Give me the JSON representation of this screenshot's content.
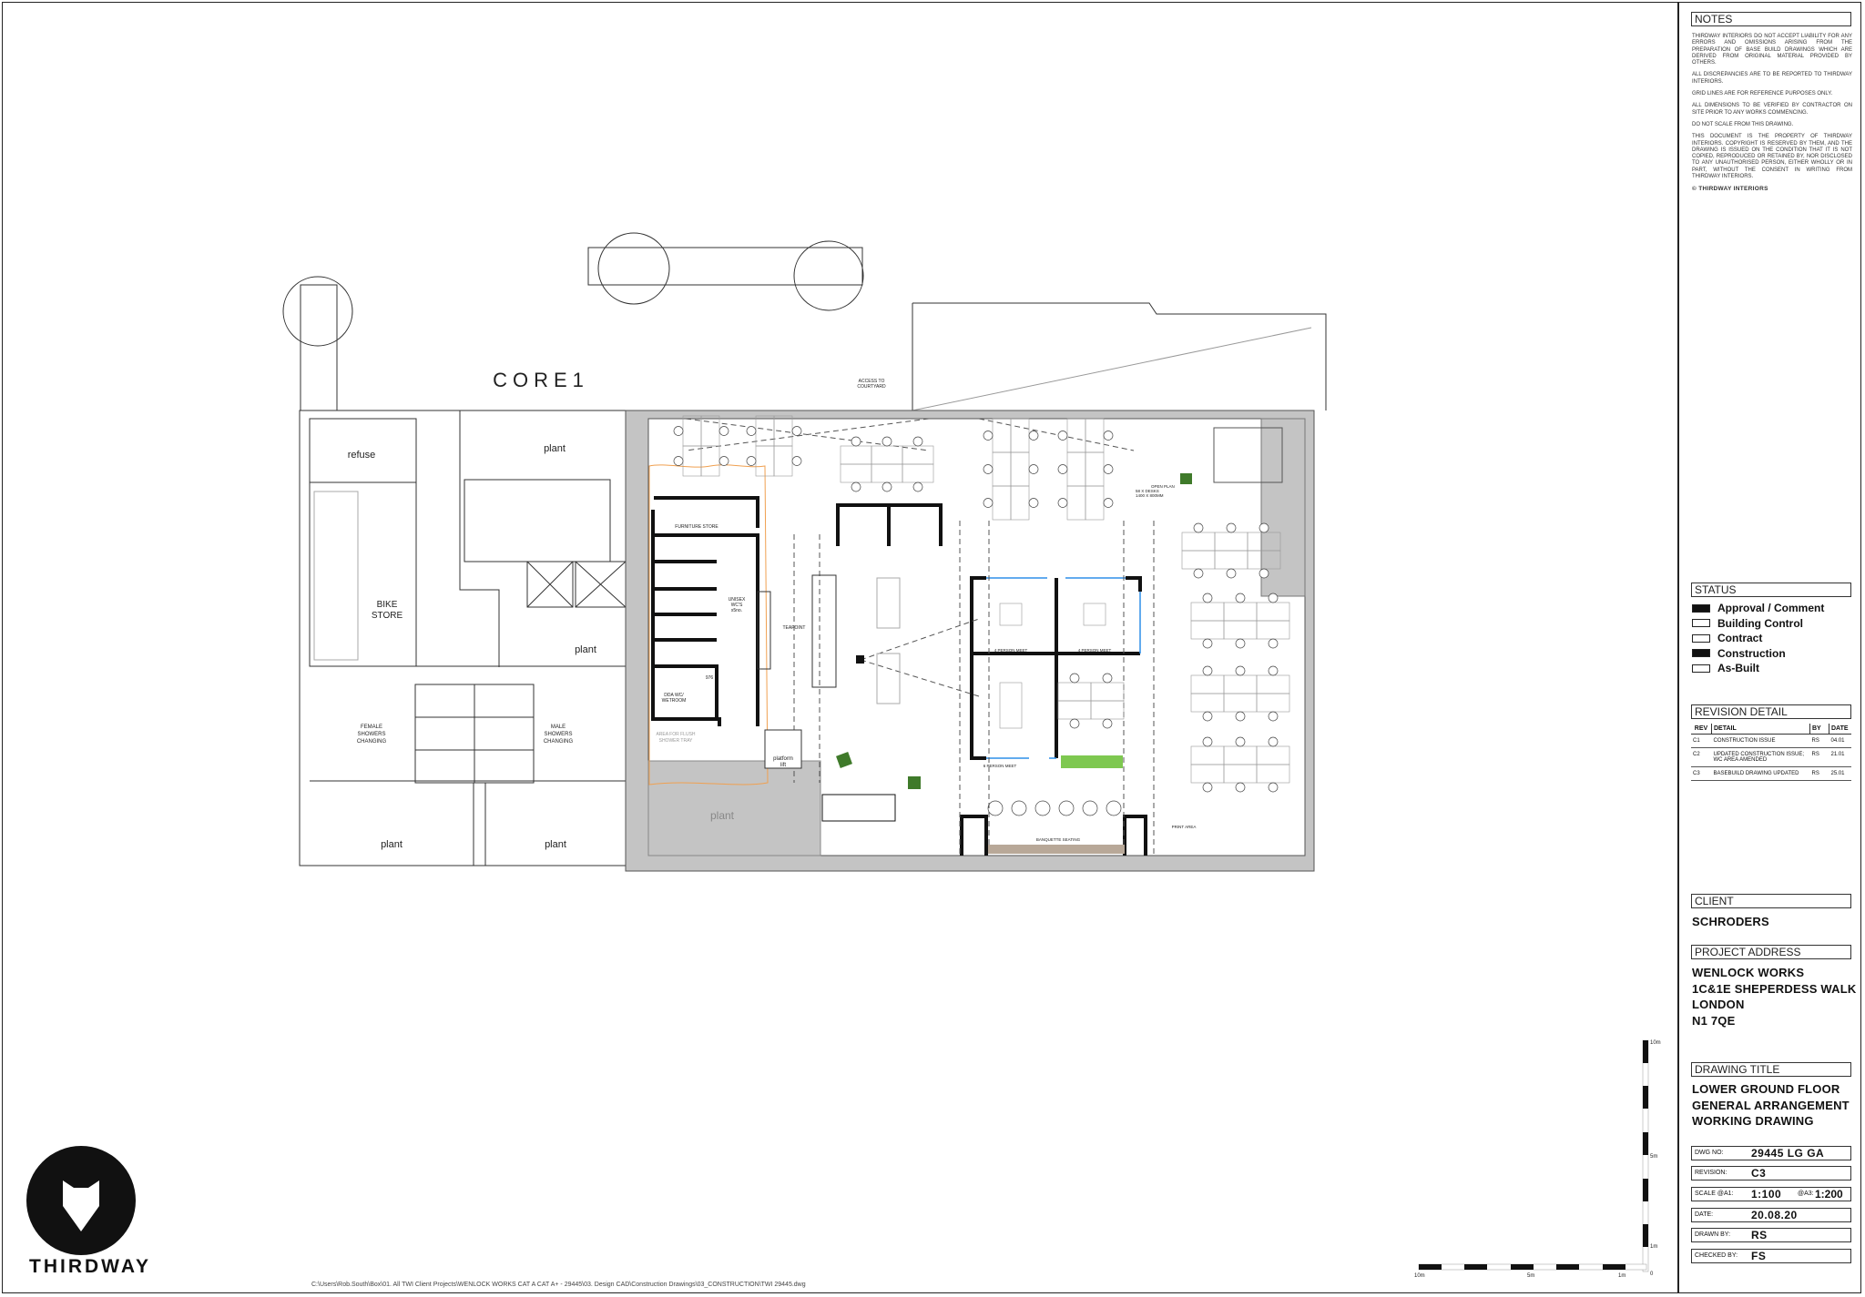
{
  "notes": {
    "title": "NOTES",
    "paragraphs": [
      "THIRDWAY INTERIORS DO NOT ACCEPT LIABILITY FOR ANY ERRORS AND OMISSIONS ARISING FROM THE PREPARATION OF BASE BUILD DRAWINGS WHICH ARE DERIVED FROM ORIGINAL MATERIAL PROVIDED BY OTHERS.",
      "ALL DISCREPANCIES ARE TO BE REPORTED TO THIRDWAY INTERIORS.",
      "GRID LINES ARE FOR REFERENCE PURPOSES ONLY.",
      "ALL DIMENSIONS TO BE VERIFIED BY CONTRACTOR ON SITE PRIOR TO ANY WORKS COMMENCING.",
      "DO NOT SCALE FROM THIS DRAWING.",
      "THIS DOCUMENT IS THE PROPERTY OF THIRDWAY INTERIORS. COPYRIGHT IS RESERVED BY THEM, AND THE DRAWING IS ISSUED ON THE CONDITION THAT IT IS NOT COPIED, REPRODUCED OR RETAINED BY, NOR DISCLOSED TO ANY UNAUTHORISED PERSON, EITHER WHOLLY OR IN PART, WITHOUT THE CONSENT IN WRITING FROM THIRDWAY INTERIORS."
    ],
    "copyright": "© THIRDWAY INTERIORS"
  },
  "status": {
    "title": "STATUS",
    "items": [
      {
        "label": "Approval / Comment",
        "checked": true
      },
      {
        "label": "Building Control",
        "checked": false
      },
      {
        "label": "Contract",
        "checked": false
      },
      {
        "label": "Construction",
        "checked": true
      },
      {
        "label": "As-Built",
        "checked": false
      }
    ]
  },
  "revision": {
    "title": "REVISION DETAIL",
    "headers": [
      "REV",
      "DETAIL",
      "BY",
      "DATE"
    ],
    "rows": [
      [
        "C1",
        "CONSTRUCTION ISSUE",
        "RS",
        "04.01"
      ],
      [
        "C2",
        "UPDATED CONSTRUCTION ISSUE; WC AREA AMENDED",
        "RS",
        "21.01"
      ],
      [
        "C3",
        "BASEBUILD DRAWING UPDATED",
        "RS",
        "25.01"
      ]
    ]
  },
  "client": {
    "title": "CLIENT",
    "name": "SCHRODERS"
  },
  "address": {
    "title": "PROJECT ADDRESS",
    "lines": [
      "WENLOCK WORKS",
      "1C&1E SHEPERDESS WALK",
      "LONDON",
      "N1 7QE"
    ]
  },
  "drawing_title": {
    "title": "DRAWING TITLE",
    "lines": [
      "LOWER GROUND FLOOR",
      "GENERAL ARRANGEMENT",
      "WORKING DRAWING"
    ]
  },
  "info": {
    "dwg_no_label": "DWG NO:",
    "dwg_no": "29445 LG GA",
    "revision_label": "REVISION:",
    "revision": "C3",
    "scale_label": "SCALE @A1:",
    "scale_a1": "1:100",
    "scale_a3_label": "@A3:",
    "scale_a3": "1:200",
    "date_label": "DATE:",
    "date": "20.08.20",
    "drawn_label": "DRAWN BY:",
    "drawn": "RS",
    "checked_label": "CHECKED BY:",
    "checked": "FS"
  },
  "scale_bar": {
    "vertical": [
      "10m",
      "5m",
      "1m",
      "0"
    ],
    "horizontal": [
      "10m",
      "5m",
      "1m"
    ]
  },
  "plan": {
    "core": "CORE1",
    "refuse": "refuse",
    "plant": "plant",
    "bike_store": [
      "BIKE",
      "STORE"
    ],
    "female": [
      "FEMALE",
      "SHOWERS",
      "CHANGING"
    ],
    "male": [
      "MALE",
      "SHOWERS",
      "CHANGING"
    ],
    "access": [
      "ACCESS TO",
      "COURTYARD"
    ],
    "furniture_store": "FURNITURE STORE",
    "unisex": [
      "UNISEX",
      "WC'S",
      "x5no."
    ],
    "teapoint": "TEAPOINT",
    "dda": [
      "DDA WC/",
      "WETROOM"
    ],
    "dim_976": "976",
    "flush": [
      "AREA FOR FLUSH",
      "SHOWER TRAY"
    ],
    "lift": [
      "platform",
      "lift"
    ],
    "open_plan": [
      "OPEN PLAN",
      "58 X DESKS",
      "1400 X 800MM"
    ],
    "meet4": "4 PERSON MEET",
    "meet6": "6 PERSON MEET",
    "banquette": "BANQUETTE SEATING",
    "print": "PRINT AREA",
    "colors": {
      "wall_hatch": "#c4c4c4",
      "glazing": "#2f8fe8",
      "door_tag": "#e03030",
      "plant_green": "#3f7a2a",
      "cable": "#f0a050"
    }
  },
  "logo": {
    "text": "THIRDWAY"
  },
  "file_path": "C:\\Users\\Rob.South\\Box\\01. All TWI Client Projects\\WENLOCK WORKS CAT A CAT A+ - 29445\\03. Design CAD\\Construction Drawings\\03_CONSTRUCTION\\TWI 29445.dwg"
}
